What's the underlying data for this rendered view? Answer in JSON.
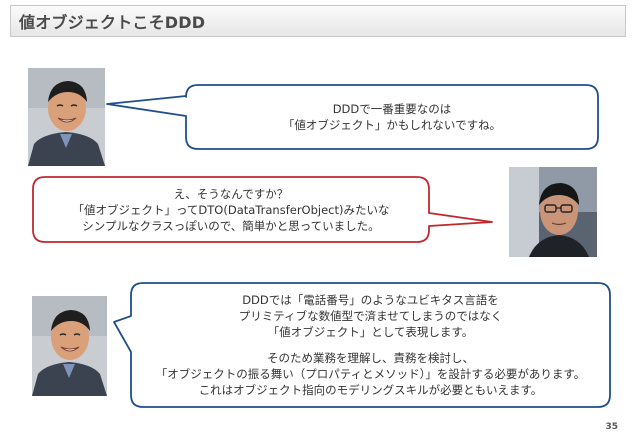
{
  "header": {
    "title": "値オブジェクトこそDDD"
  },
  "bubbles": {
    "first": {
      "lines": [
        "DDDで一番重要なのは",
        "「値オブジェクト」かもしれないですね。"
      ]
    },
    "second": {
      "lines": [
        "え、そうなんですか？",
        "「値オブジェクト」ってDTO(DataTransferObject)みたいな",
        "シンプルなクラスっぽいので、簡単かと思っていました。"
      ]
    },
    "third": {
      "paragraph1": [
        "DDDでは「電話番号」のようなユビキタス言語を",
        "プリミティブな数値型で済ませてしまうのではなく",
        "「値オブジェクト」として表現します。"
      ],
      "paragraph2": [
        "そのため業務を理解し、責務を検討し、",
        "「オブジェクトの振る舞い（プロパティとメソッド）」を設計する必要があります。",
        "これはオブジェクト指向のモデリングスキルが必要ともいえます。"
      ]
    }
  },
  "footer": {
    "page_number": "35"
  },
  "colors": {
    "bubble_blue": "#1f4e8c",
    "bubble_red": "#c0282e"
  }
}
